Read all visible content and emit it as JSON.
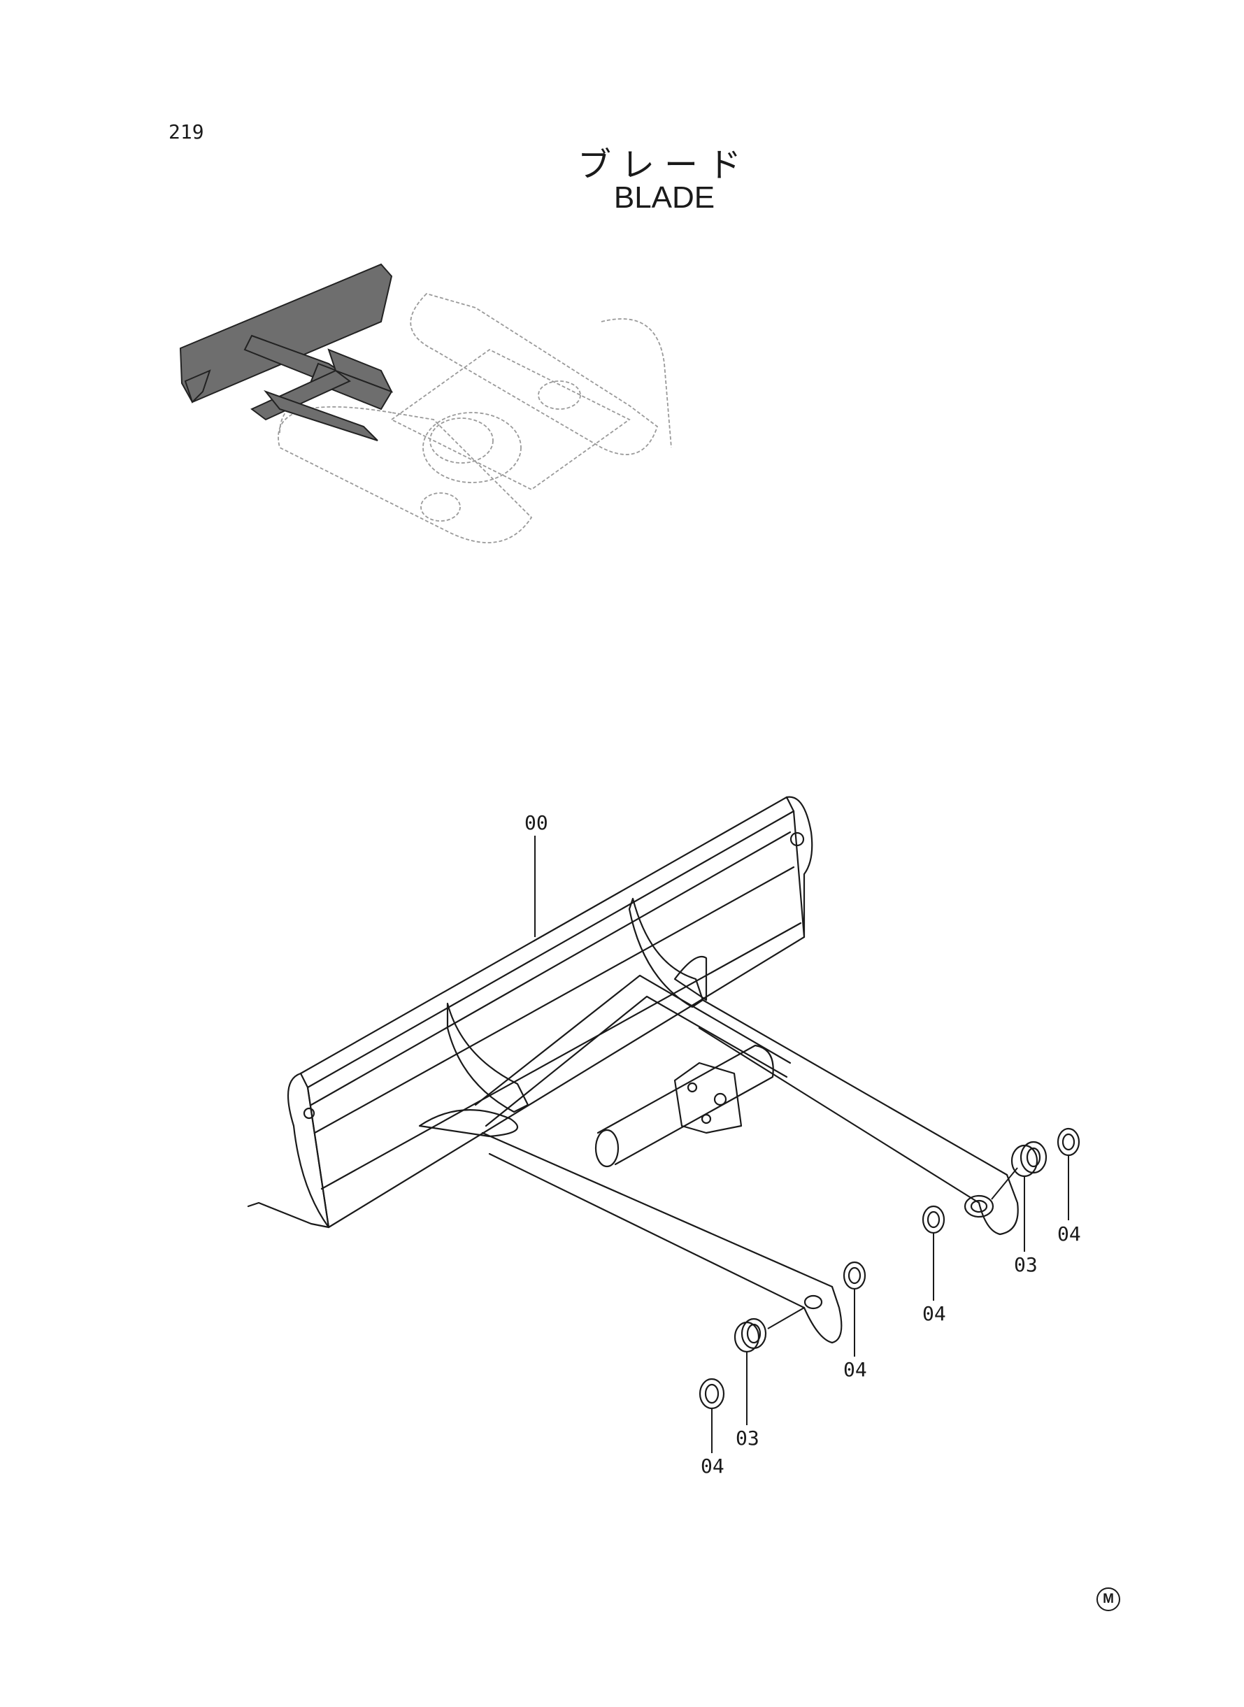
{
  "header": {
    "page_number": "219",
    "title_jp": "ブレード",
    "title_en": "BLADE"
  },
  "callouts": {
    "c00": "00",
    "c03_left": "03",
    "c04_left_inner": "04",
    "c04_left_outer": "04",
    "c03_right": "03",
    "c04_right_inner": "04",
    "c04_right_outer": "04"
  },
  "footer": {
    "mark": "M"
  }
}
